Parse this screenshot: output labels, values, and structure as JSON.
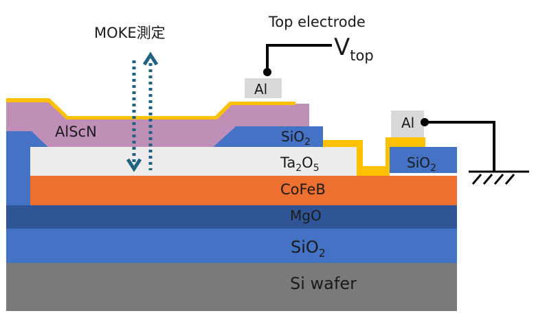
{
  "title": "MOKE測定",
  "top_electrode_label": "Top electrode",
  "vtop": {
    "base": "V",
    "sub": "top"
  },
  "colors": {
    "al": "#d9d9d9",
    "ito": "#ffc000",
    "alscn": "#bf8fb8",
    "sio2": "#4472c4",
    "ta2o5": "#ececec",
    "cofeb": "#ed7031",
    "mgo": "#2f5597",
    "si": "#7a7a7a",
    "arrow": "#1f6380",
    "wire": "#000000"
  },
  "layers": {
    "al_top": "Al",
    "al_right": "Al",
    "alscn": "AlScN",
    "sio2_upper": {
      "base": "SiO",
      "sub": "2"
    },
    "sio2_right": {
      "base": "SiO",
      "sub": "2"
    },
    "ta2o5": {
      "a": "Ta",
      "s1": "2",
      "b": "O",
      "s2": "5"
    },
    "cofeb": "CoFeB",
    "mgo": "MgO",
    "sio2_bottom": {
      "base": "SiO",
      "sub": "2"
    },
    "si_wafer": "Si wafer"
  }
}
